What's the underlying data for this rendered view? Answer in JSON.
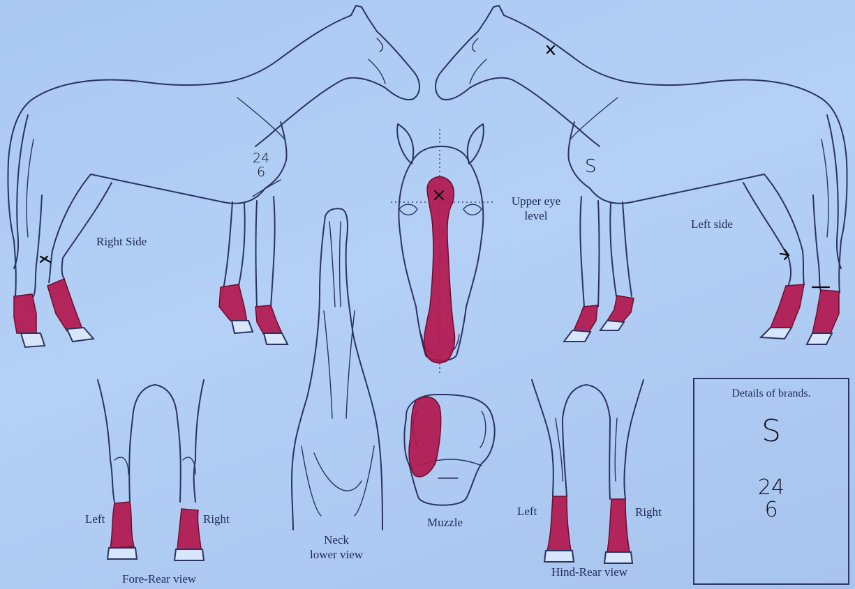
{
  "labels": {
    "right_side": "Right Side",
    "left_side": "Left side",
    "upper_eye": "Upper eye\nlevel",
    "neck": "Neck\nlower view",
    "muzzle": "Muzzle",
    "fore_rear": "Fore-Rear view",
    "hind_rear": "Hind-Rear view",
    "fore_left": "Left",
    "fore_right": "Right",
    "hind_left": "Left",
    "hind_right": "Right",
    "brands_title": "Details of brands."
  },
  "handwritten": {
    "right_side_brand": "24\n6",
    "left_side_brand": "S",
    "box_brand_letter": "S",
    "box_brand_number": "24\n6"
  },
  "colors": {
    "paper": "#b0cdf4",
    "ink": "#2a3363",
    "marking": "#b3134a"
  }
}
